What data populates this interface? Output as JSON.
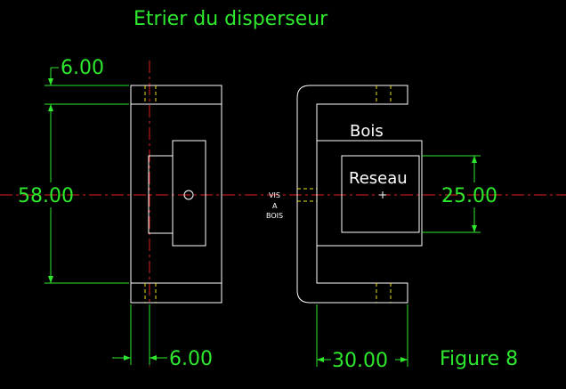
{
  "title": "Etrier du disperseur",
  "figure_label": "Figure 8",
  "dimensions": {
    "top_thickness": "6.00",
    "total_height": "58.00",
    "bottom_thickness": "6.00",
    "reseau_height": "25.00",
    "depth": "30.00"
  },
  "labels": {
    "bois": "Bois",
    "reseau": "Reseau",
    "vis_line1": "VIS",
    "vis_line2": "A",
    "vis_line3": "BOIS"
  },
  "colors": {
    "background": "#000000",
    "outline": "#ffffff",
    "dimension": "#2ee82e",
    "centerline": "#e02020",
    "hidden": "#e8e020"
  }
}
